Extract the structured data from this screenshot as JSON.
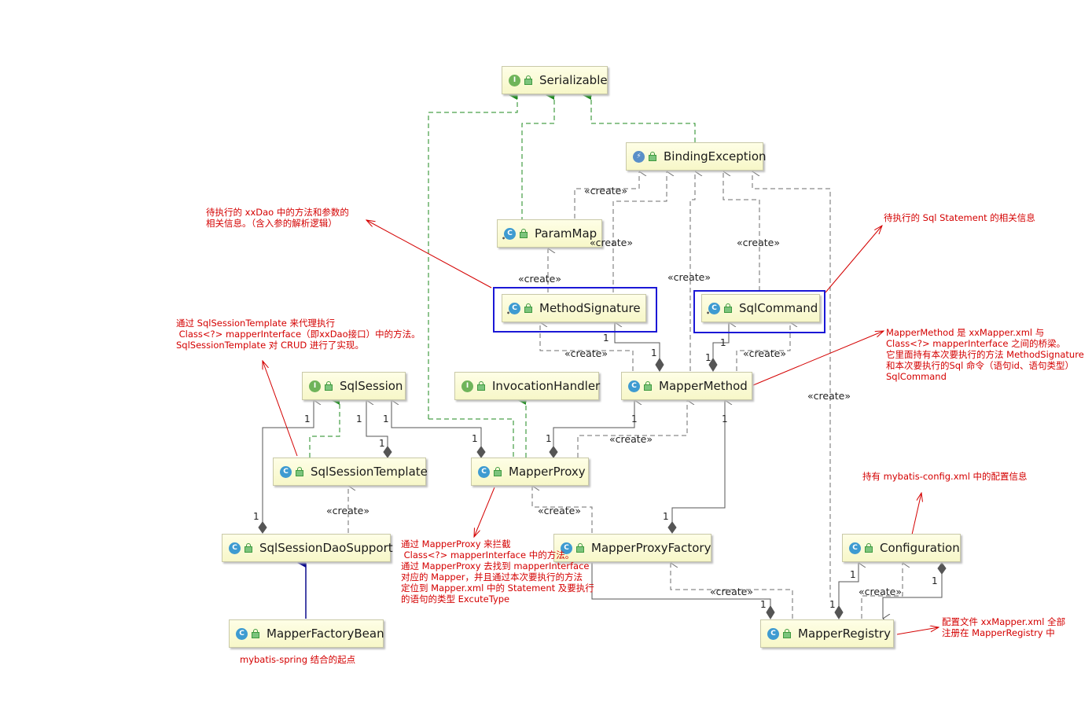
{
  "nodes": {
    "serializable": {
      "name": "Serializable",
      "kind": "I"
    },
    "binding_exception": {
      "name": "BindingException",
      "kind": "E"
    },
    "param_map": {
      "name": "ParamMap",
      "kind": "C"
    },
    "method_signature": {
      "name": "MethodSignature",
      "kind": "C"
    },
    "sql_command": {
      "name": "SqlCommand",
      "kind": "C"
    },
    "sql_session": {
      "name": "SqlSession",
      "kind": "I"
    },
    "invocation_handler": {
      "name": "InvocationHandler",
      "kind": "I"
    },
    "mapper_method": {
      "name": "MapperMethod",
      "kind": "C"
    },
    "sql_session_template": {
      "name": "SqlSessionTemplate",
      "kind": "C"
    },
    "mapper_proxy": {
      "name": "MapperProxy",
      "kind": "C"
    },
    "sql_session_dao_support": {
      "name": "SqlSessionDaoSupport",
      "kind": "C"
    },
    "mapper_proxy_factory": {
      "name": "MapperProxyFactory",
      "kind": "C"
    },
    "configuration": {
      "name": "Configuration",
      "kind": "C"
    },
    "mapper_factory_bean": {
      "name": "MapperFactoryBean",
      "kind": "C"
    },
    "mapper_registry": {
      "name": "MapperRegistry",
      "kind": "C"
    }
  },
  "labels": {
    "create": "«create»",
    "one": "1"
  },
  "notes": {
    "method_signature_note": "待执行的 xxDao 中的方法和参数的\n相关信息。（含入参的解析逻辑）",
    "sql_command_note": "待执行的 Sql Statement 的相关信息",
    "sql_session_template_note": "通过 SqlSessionTemplate 来代理执行\n Class<?> mapperInterface（即xxDao接口）中的方法。\nSqlSessionTemplate 对 CRUD 进行了实现。",
    "mapper_method_note": "MapperMethod 是 xxMapper.xml 与\nClass<?> mapperInterface 之间的桥梁。\n它里面持有本次要执行的方法 MethodSignature\n和本次要执行的Sql 命令（语句id、语句类型）\nSqlCommand",
    "configuration_note": "持有 mybatis-config.xml 中的配置信息",
    "mapper_proxy_note": "通过 MapperProxy 来拦截\n Class<?> mapperInterface 中的方法。\n通过 MapperProxy 去找到 mapperInterface\n对应的 Mapper，并且通过本次要执行的方法\n定位到 Mapper.xml 中的 Statement 及要执行\n的语句的类型 ExcuteType",
    "mapper_factory_bean_note": "mybatis-spring 结合的起点",
    "mapper_registry_note": "配置文件 xxMapper.xml 全部\n注册在 MapperRegistry 中"
  },
  "colors": {
    "implements_line": "#1e8a1e",
    "dependency_line": "#6e6e6e",
    "aggregation_line": "#555555",
    "extends_arrow": "#0a0a8c",
    "note_text": "#d40000",
    "highlight_box": "#1b18d6"
  }
}
